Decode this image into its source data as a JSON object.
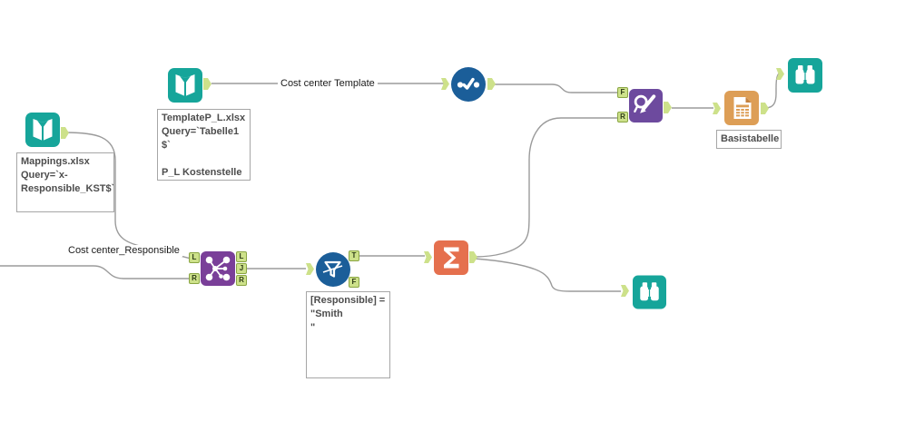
{
  "workflow": {
    "background": "#ffffff"
  },
  "colors": {
    "teal": "#16a59a",
    "select_blue": "#1b5e99",
    "join_purple": "#7a3f99",
    "find_replace_purple": "#6d4a9e",
    "summarize_orange": "#e5704e",
    "table_tan": "#dd9e56",
    "anchor_fill": "#cde18a",
    "anchor_border": "#8aa543",
    "wire": "#9b9b9b"
  },
  "labels": {
    "connection_template": "Cost center Template",
    "connection_mappings": "Cost center_Responsible"
  },
  "annotations": {
    "input_template": "TemplateP_L.xlsx\nQuery=`Tabelle1\n$`\n\nP_L Kostenstelle",
    "input_mappings": "Mappings.xlsx\nQuery=`x-\nResponsible_KST$`",
    "table": "Basistabelle",
    "filter": "[Responsible] =\n\"Smith\n\""
  },
  "anchors": {
    "find_replace_f": "F",
    "find_replace_r": "R",
    "join_in_l": "L",
    "join_in_r": "R",
    "join_out_l": "L",
    "join_out_j": "J",
    "join_out_r": "R",
    "filter_t": "T",
    "filter_f": "F"
  }
}
